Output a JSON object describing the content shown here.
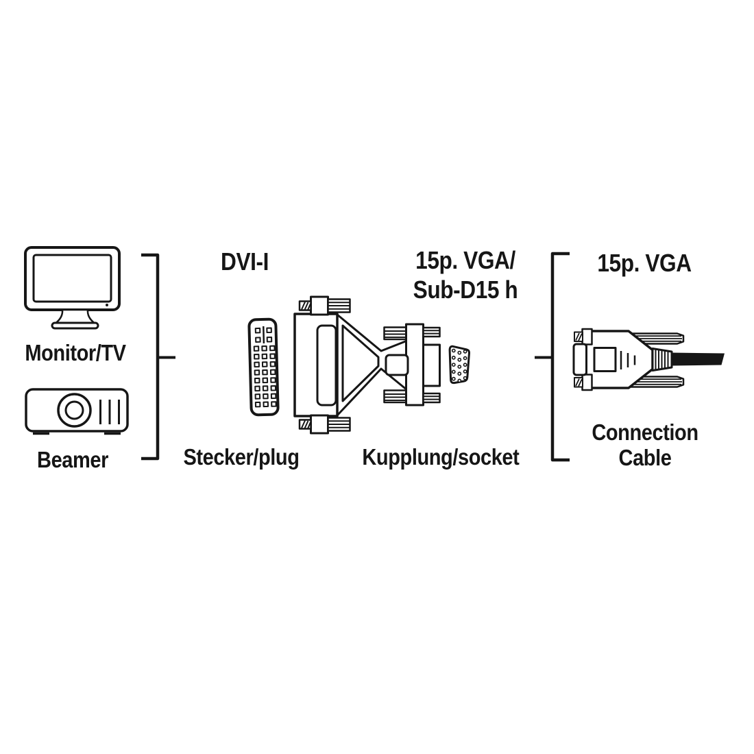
{
  "colors": {
    "background": "#ffffff",
    "ink": "#161616"
  },
  "source_devices": {
    "monitor_label": "Monitor/TV",
    "beamer_label": "Beamer"
  },
  "adapter": {
    "dvi_side_type": "DVI-I",
    "dvi_side_role": "Stecker/plug",
    "vga_side_type_line1": "15p. VGA/",
    "vga_side_type_line2": "Sub-D15 h",
    "vga_side_role": "Kupplung/socket"
  },
  "cable": {
    "connector_type": "15p. VGA",
    "name_line1": "Connection",
    "name_line2": "Cable"
  }
}
